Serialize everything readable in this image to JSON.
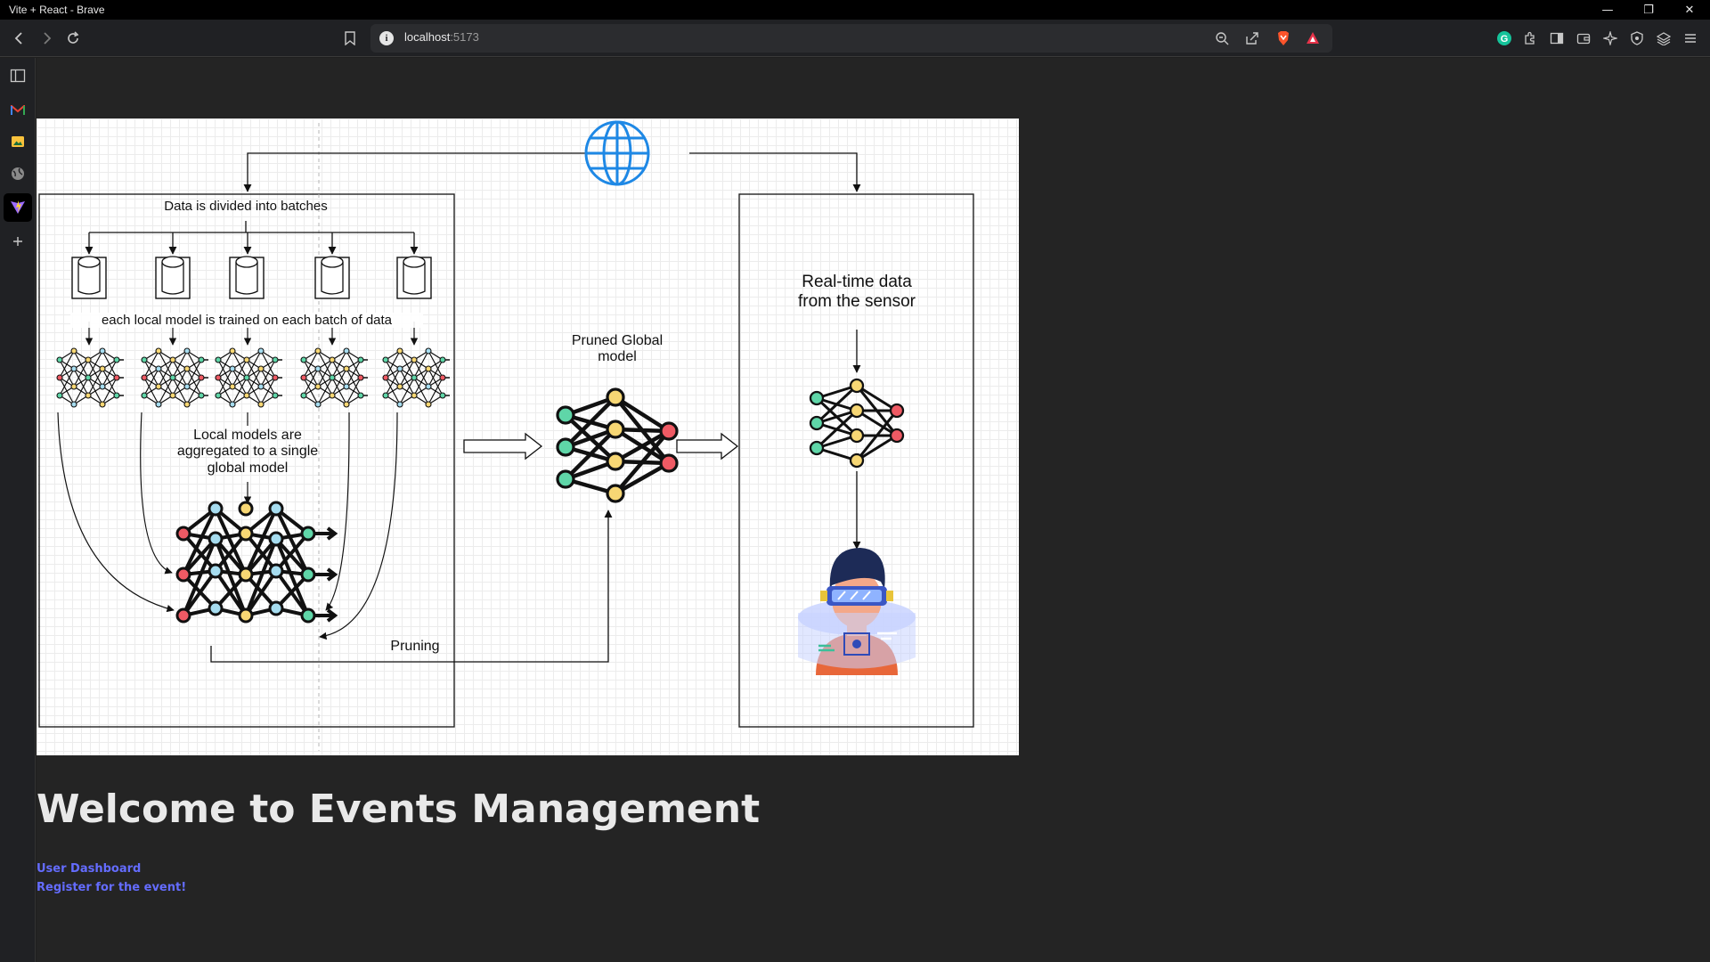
{
  "window": {
    "title": "Vite + React - Brave",
    "controls": [
      "—",
      "❐",
      "✕"
    ]
  },
  "toolbar": {
    "url_host": "localhost",
    "url_port": ":5173"
  },
  "diagram": {
    "batches_label": "Data is divided into batches",
    "local_training_label": "each local model is trained on each batch of data",
    "aggregate_label_1": "Local models are",
    "aggregate_label_2": "aggregated to a single",
    "aggregate_label_3": "global model",
    "pruning_label": "Pruning",
    "pruned_label_1": "Pruned Global",
    "pruned_label_2": "model",
    "sensor_label_1": "Real-time data",
    "sensor_label_2": "from the sensor"
  },
  "page": {
    "heading": "Welcome to Events Management",
    "links": [
      "User Dashboard",
      "Register for the event!"
    ]
  },
  "colors": {
    "link": "#646cff",
    "node_green": "#5fd6a8",
    "node_yellow": "#f7d774",
    "node_red": "#ef5a64",
    "node_blue": "#a6dcef",
    "globe": "#1e88e5"
  }
}
